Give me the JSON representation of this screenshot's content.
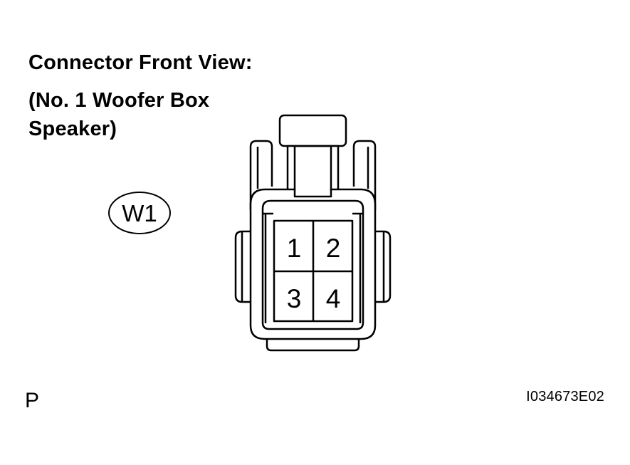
{
  "heading": "Connector Front View:",
  "part_name_line1": "(No. 1 Woofer Box",
  "part_name_line2": "Speaker)",
  "connector_code": "W1",
  "pins": [
    "1",
    "2",
    "3",
    "4"
  ],
  "corner_letter": "P",
  "image_id": "I034673E02"
}
